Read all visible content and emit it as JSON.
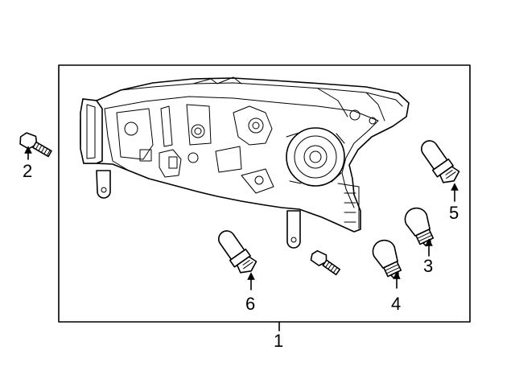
{
  "callouts": {
    "c1": "1",
    "c2": "2",
    "c3": "3",
    "c4": "4",
    "c5": "5",
    "c6": "6"
  },
  "icons": {
    "headlamp": "headlamp-assembly-icon",
    "bolt": "bolt-icon",
    "bulb": "bulb-icon",
    "socket": "bulb-socket-icon"
  },
  "colors": {
    "line": "#000000",
    "background": "#ffffff"
  }
}
